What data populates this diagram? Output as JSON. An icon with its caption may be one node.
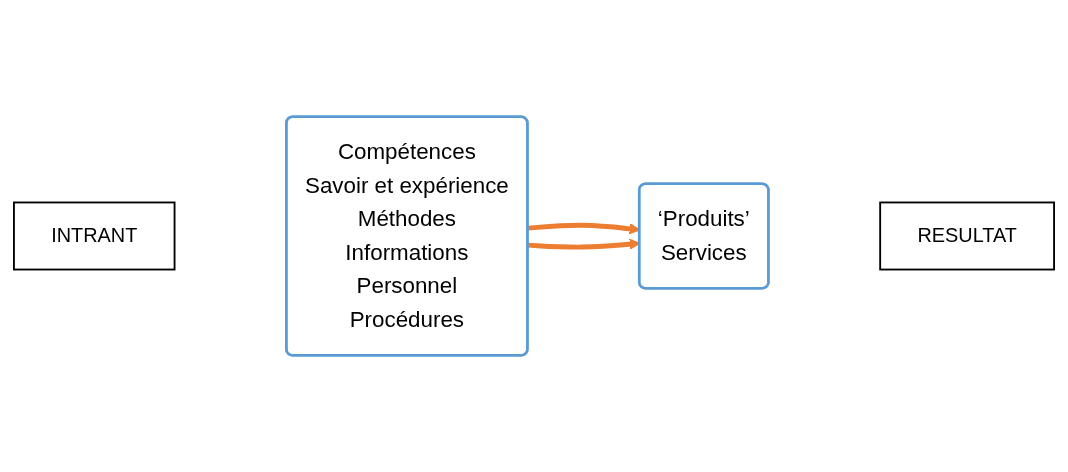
{
  "diagram": {
    "nodes": [
      {
        "text": [
          "INTRANT"
        ]
      },
      {
        "text": [
          "Compétences",
          "Savoir et expérience",
          "Méthodes",
          "Informations",
          "Personnel",
          "Procédures"
        ]
      },
      {
        "text": [
          "‘Produits’",
          "Services"
        ]
      },
      {
        "text": [
          "RESULTAT"
        ]
      }
    ],
    "edges": [
      {
        "from": 1,
        "to": 2,
        "arrow": "to"
      },
      {
        "from": 1,
        "to": 2,
        "arrow": "to"
      }
    ]
  }
}
